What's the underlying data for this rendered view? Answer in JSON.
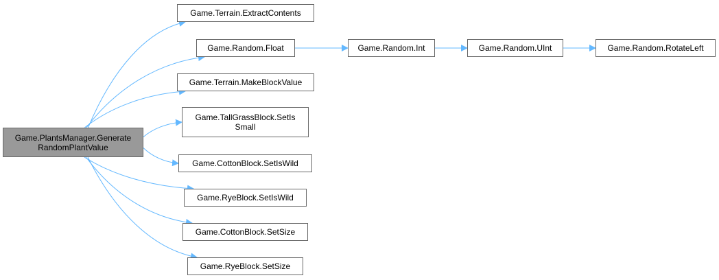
{
  "diagram": {
    "type": "call-graph",
    "edge_color": "#63b8ff",
    "root": {
      "id": "root",
      "label": "Game.PlantsManager.Generate\nRandomPlantValue",
      "fill": "#999999"
    },
    "nodes": [
      {
        "id": "extract",
        "label": "Game.Terrain.ExtractContents"
      },
      {
        "id": "rfloat",
        "label": "Game.Random.Float"
      },
      {
        "id": "makeblock",
        "label": "Game.Terrain.MakeBlockValue"
      },
      {
        "id": "tallgrass",
        "label": "Game.TallGrassBlock.SetIs\nSmall"
      },
      {
        "id": "cottonwild",
        "label": "Game.CottonBlock.SetIsWild"
      },
      {
        "id": "ryewild",
        "label": "Game.RyeBlock.SetIsWild"
      },
      {
        "id": "cottonsize",
        "label": "Game.CottonBlock.SetSize"
      },
      {
        "id": "ryesize",
        "label": "Game.RyeBlock.SetSize"
      },
      {
        "id": "rint",
        "label": "Game.Random.Int"
      },
      {
        "id": "ruint",
        "label": "Game.Random.UInt"
      },
      {
        "id": "rrotate",
        "label": "Game.Random.RotateLeft"
      }
    ],
    "edges": [
      [
        "root",
        "extract"
      ],
      [
        "root",
        "rfloat"
      ],
      [
        "root",
        "makeblock"
      ],
      [
        "root",
        "tallgrass"
      ],
      [
        "root",
        "cottonwild"
      ],
      [
        "root",
        "ryewild"
      ],
      [
        "root",
        "cottonsize"
      ],
      [
        "root",
        "ryesize"
      ],
      [
        "rfloat",
        "rint"
      ],
      [
        "rint",
        "ruint"
      ],
      [
        "ruint",
        "rrotate"
      ]
    ]
  }
}
